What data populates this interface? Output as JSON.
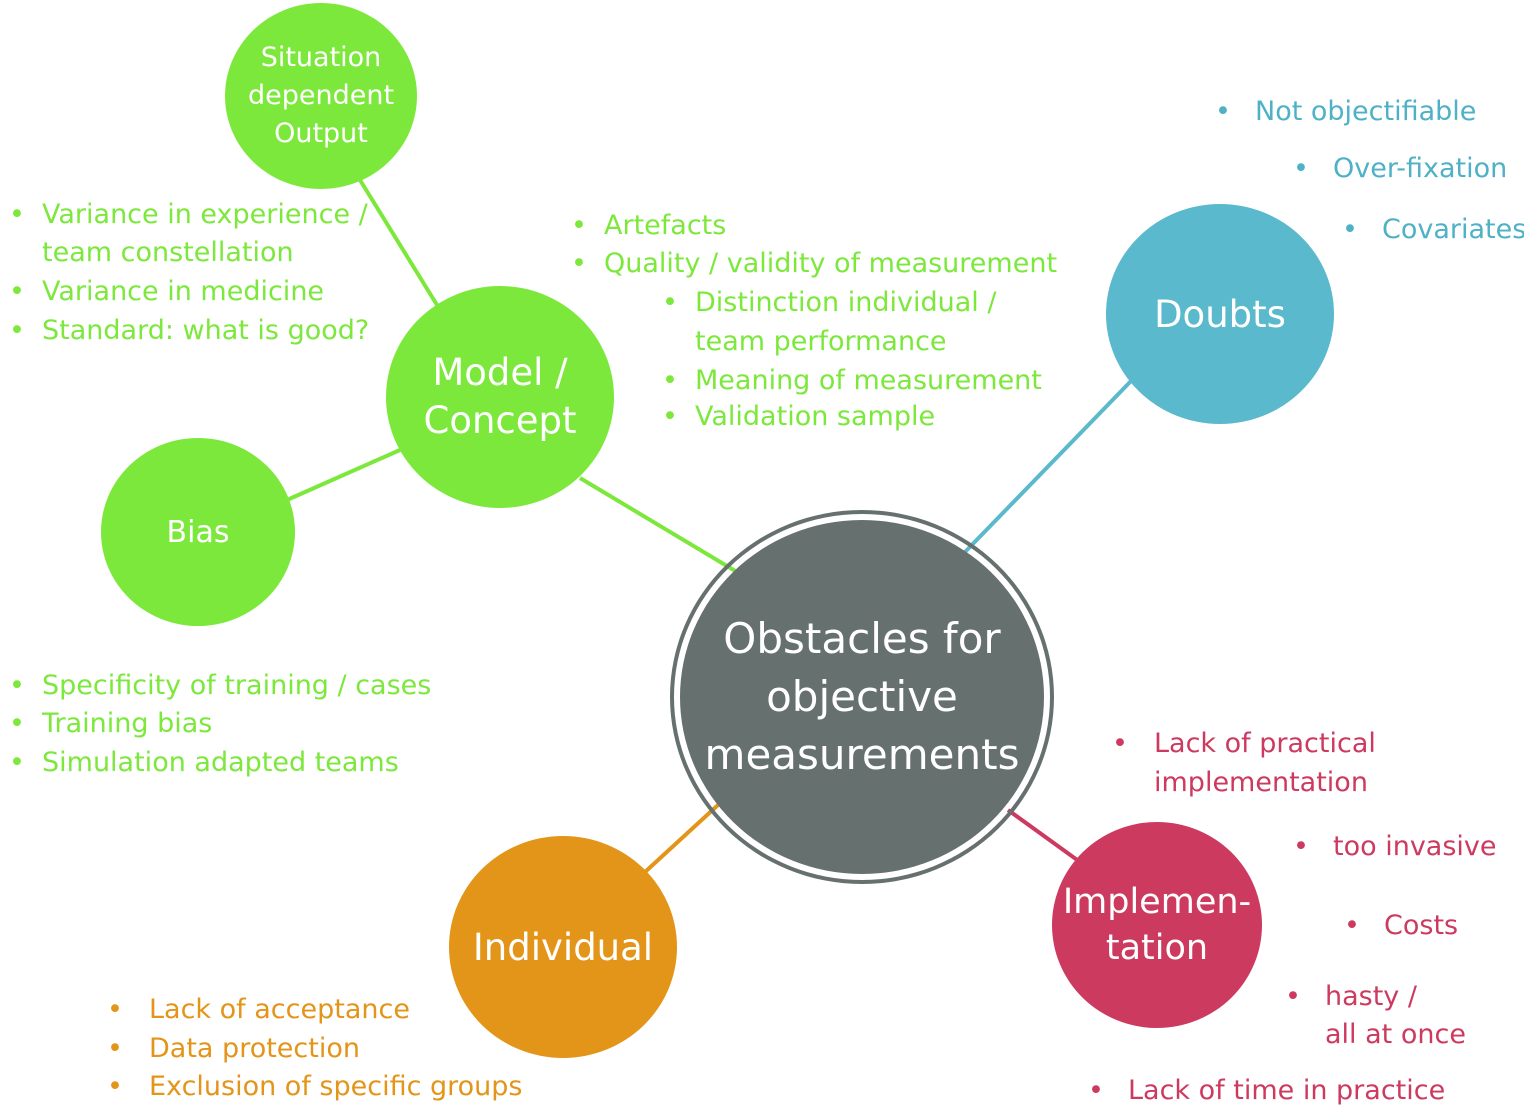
{
  "center": {
    "label": "Obstacles for\nobjective\nmeasurements"
  },
  "nodes": {
    "situation": "Situation\ndependent\nOutput",
    "model": "Model /\nConcept",
    "bias": "Bias",
    "doubts": "Doubts",
    "individual": "Individual",
    "implementation": "Implemen-\ntation"
  },
  "bullet_symbol": "•",
  "lists": {
    "situation": [
      "Variance in experience /",
      "team constellation",
      "Variance in medicine",
      "Standard: what is good?"
    ],
    "model_main": [
      "Artefacts",
      "Quality / validity of measurement"
    ],
    "model_sub": [
      "Distinction individual /",
      "team performance",
      "Meaning of measurement",
      "Validation sample"
    ],
    "bias": [
      "Specificity of training / cases",
      "Training bias",
      "Simulation adapted teams"
    ],
    "doubts": [
      "Not objectifiable",
      "Over-fixation",
      "Covariates"
    ],
    "individual": [
      "Lack of acceptance",
      "Data protection",
      "Exclusion of specific groups"
    ],
    "implementation": [
      "Lack of practical",
      "implementation",
      "too invasive",
      "Costs",
      "hasty /",
      "all at once",
      "Lack of time in practice"
    ]
  },
  "colors": {
    "center": "#66706f",
    "green": "#7de83c",
    "blue": "#5ab9cc",
    "orange": "#e39519",
    "red": "#cd3a5f"
  }
}
